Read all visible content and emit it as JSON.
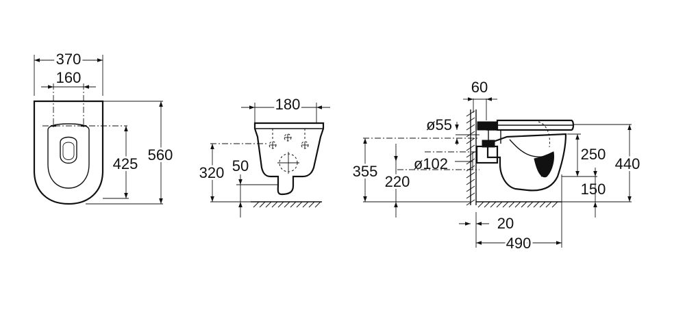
{
  "dimensions": {
    "top_width": "370",
    "top_fixing": "160",
    "top_length": "560",
    "top_fixing_distance": "425",
    "front_fixing": "180",
    "front_height": "320",
    "front_outlet": "50",
    "side_wall": "60",
    "side_inlet": "ø55",
    "side_outlet_dia": "ø102",
    "side_inlet_height": "355",
    "side_outlet_height": "220",
    "side_bowl_height": "250",
    "side_total_height": "440",
    "side_base_height": "150",
    "side_wall_gap": "20",
    "side_depth": "490"
  }
}
